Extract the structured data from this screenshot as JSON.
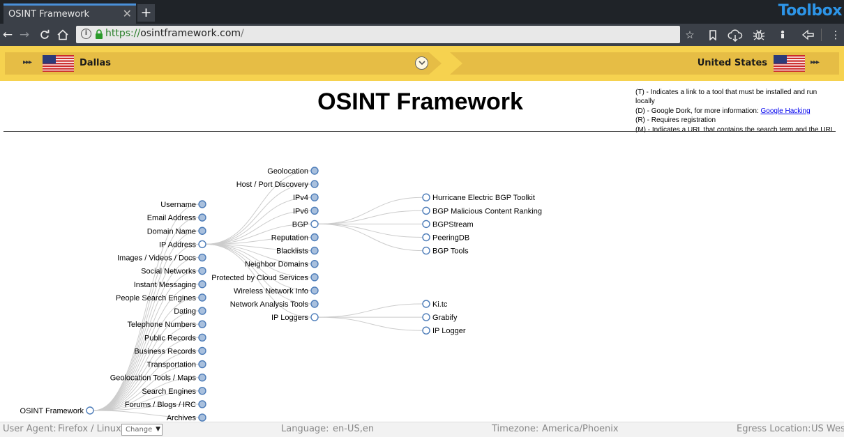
{
  "browser": {
    "tab_title": "OSINT Framework",
    "tab_close": "✕",
    "new_tab": "+",
    "brand": "Toolbox",
    "url_scheme": "https://",
    "url_host": "osintframework.com",
    "url_path": "/"
  },
  "banner": {
    "left_city": "Dallas",
    "right_country": "United States",
    "arrows": "▸▸▸"
  },
  "page": {
    "title": "OSINT Framework",
    "legend": {
      "t": "(T) - Indicates a link to a tool that must be installed and run locally",
      "d_prefix": "(D) - Google Dork, for more information: ",
      "d_link": "Google Hacking",
      "r": "(R) - Requires registration",
      "m": "(M) - Indicates a URL that contains the search term and the URL itself must be edited manually"
    }
  },
  "tree": {
    "root": "OSINT Framework",
    "categories": [
      "Username",
      "Email Address",
      "Domain Name",
      "IP Address",
      "Images / Videos / Docs",
      "Social Networks",
      "Instant Messaging",
      "People Search Engines",
      "Dating",
      "Telephone Numbers",
      "Public Records",
      "Business Records",
      "Transportation",
      "Geolocation Tools / Maps",
      "Search Engines",
      "Forums / Blogs / IRC",
      "Archives"
    ],
    "ip_children": [
      "Geolocation",
      "Host / Port Discovery",
      "IPv4",
      "IPv6",
      "BGP",
      "Reputation",
      "Blacklists",
      "Neighbor Domains",
      "Protected by Cloud Services",
      "Wireless Network Info",
      "Network Analysis Tools",
      "IP Loggers"
    ],
    "bgp_children": [
      "Hurricane Electric BGP Toolkit",
      "BGP Malicious Content Ranking",
      "BGPStream",
      "PeeringDB",
      "BGP Tools"
    ],
    "iplogger_children": [
      "Ki.tc",
      "Grabify",
      "IP Logger"
    ]
  },
  "statusbar": {
    "ua_label": "User Agent:",
    "ua_value": "Firefox / Linux",
    "ua_change": "Change",
    "lang_label": "Language:",
    "lang_value": "en-US,en",
    "tz_label": "Timezone:",
    "tz_value": "America/Phoenix",
    "egress_label": "Egress Location:",
    "egress_value": "US West"
  },
  "colors": {
    "banner": "#f6d24f",
    "node_collapsed": "#a9c0dd",
    "node_expanded": "#ffffff",
    "node_stroke": "#4b7bb8",
    "link": "#cccccc",
    "brand": "#2d95e8"
  }
}
